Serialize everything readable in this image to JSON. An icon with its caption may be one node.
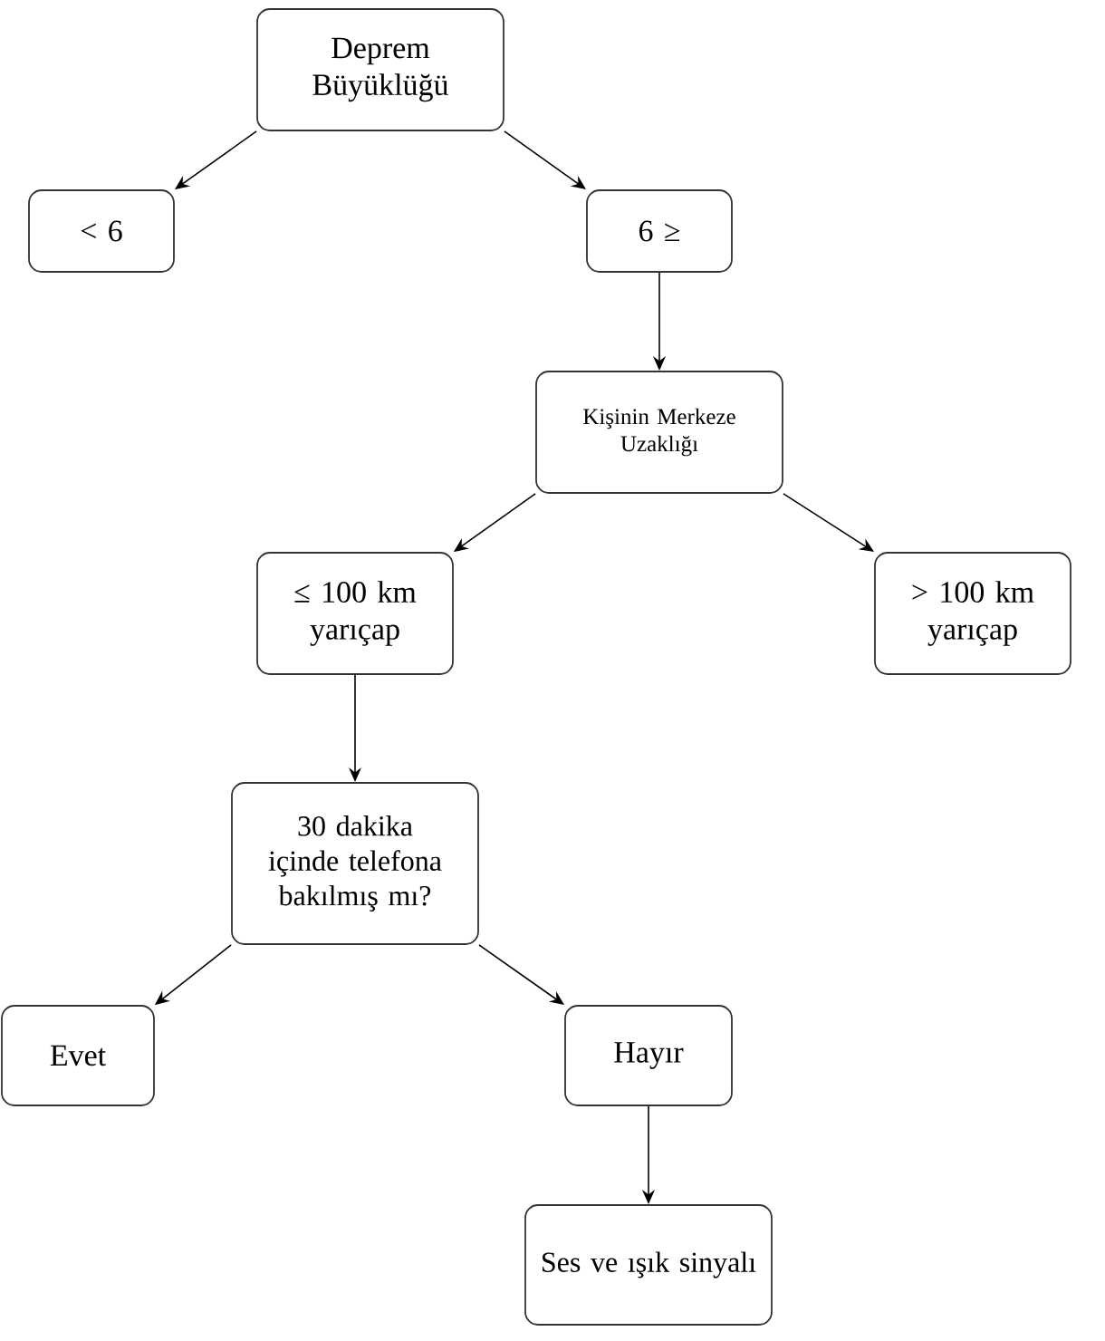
{
  "diagram": {
    "nodes": [
      {
        "text": [
          "Deprem Büyüklüğü"
        ]
      },
      {
        "text": [
          "< 6"
        ]
      },
      {
        "text": [
          "6 ≥"
        ]
      },
      {
        "text": [
          "Kişinin Merkeze Uzaklığı"
        ]
      },
      {
        "text": [
          "≤ 100 km yarıçap"
        ]
      },
      {
        "text": [
          "> 100 km yarıçap"
        ]
      },
      {
        "text": [
          "30 dakika içinde telefona bakılmış mı?"
        ]
      },
      {
        "text": [
          "Evet"
        ]
      },
      {
        "text": [
          "Hayır"
        ]
      },
      {
        "text": [
          "Ses ve ışık sinyalı"
        ]
      }
    ],
    "edges": [
      {
        "from": 0,
        "to": 1,
        "arrow": "to"
      },
      {
        "from": 0,
        "to": 2,
        "arrow": "to"
      },
      {
        "from": 2,
        "to": 3,
        "arrow": "to"
      },
      {
        "from": 3,
        "to": 4,
        "arrow": "to"
      },
      {
        "from": 3,
        "to": 5,
        "arrow": "to"
      },
      {
        "from": 4,
        "to": 6,
        "arrow": "to"
      },
      {
        "from": 6,
        "to": 7,
        "arrow": "to"
      },
      {
        "from": 6,
        "to": 8,
        "arrow": "to"
      },
      {
        "from": 8,
        "to": 9,
        "arrow": "to"
      }
    ]
  }
}
